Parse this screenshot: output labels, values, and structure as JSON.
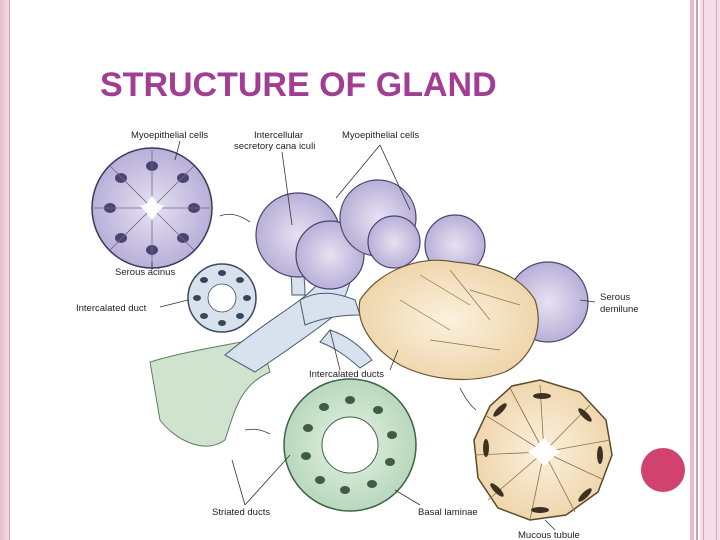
{
  "slide": {
    "title": "STRUCTURE OF GLAND"
  },
  "diagram": {
    "labels": {
      "myoepithelial_cells_left": "Myoepithelial cells",
      "intercellular_line1": "Intercellular",
      "intercellular_line2": "secretory cana iculi",
      "myoepithelial_cells_right": "Myoepithelial cells",
      "serous_acinus": "Serous acinus",
      "intercalated_duct": "Intercalated duct",
      "serous_demilune_line1": "Serous",
      "serous_demilune_line2": "demilune",
      "intercalated_ducts": "Intercalated ducts",
      "striated_ducts": "Striated ducts",
      "basal_laminae": "Basal laminae",
      "mucous_tubule": "Mucous tubule"
    }
  },
  "colors": {
    "title": "#a23d94",
    "accent_dot": "#d1426f",
    "border_pink": "#e9bfd0",
    "serous": "#c9c3e0",
    "mucous": "#f4e3c6",
    "striated": "#cfe3cf",
    "duct": "#d8e2ee"
  }
}
